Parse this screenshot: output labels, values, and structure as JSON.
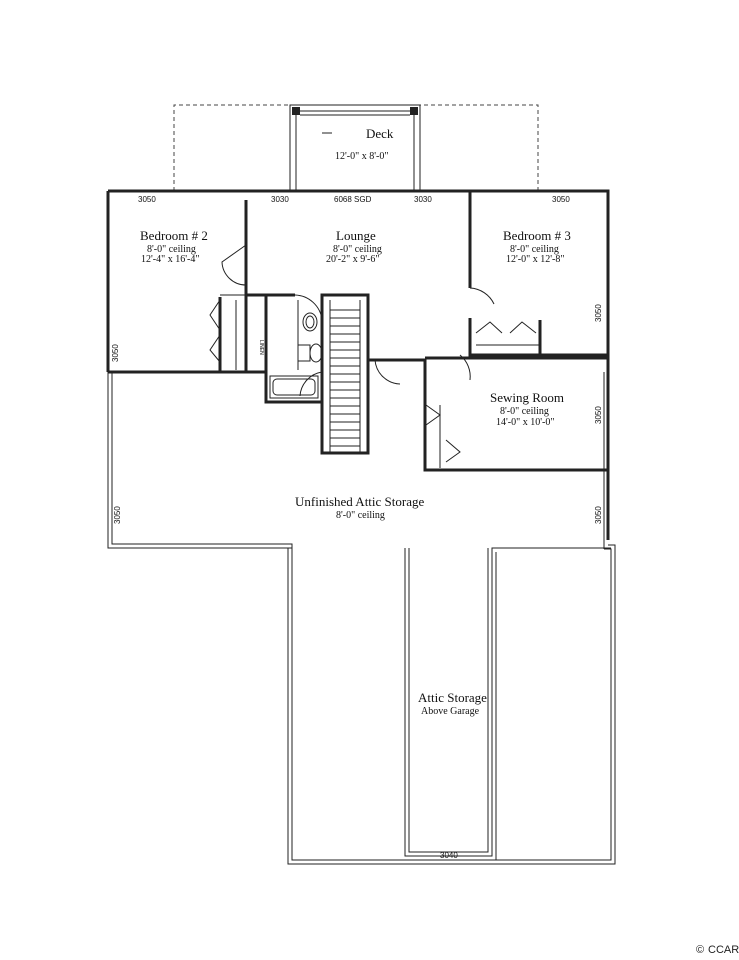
{
  "rooms": {
    "deck": {
      "name": "Deck",
      "size": "12'-0\" x 8'-0\""
    },
    "bedroom2": {
      "name": "Bedroom # 2",
      "ceiling": "8'-0\" ceiling",
      "size": "12'-4\" x 16'-4\""
    },
    "lounge": {
      "name": "Lounge",
      "ceiling": "8'-0\" ceiling",
      "size": "20'-2\" x 9'-6\""
    },
    "bedroom3": {
      "name": "Bedroom # 3",
      "ceiling": "8'-0\" ceiling",
      "size": "12'-0\" x 12'-8\""
    },
    "sewing": {
      "name": "Sewing Room",
      "ceiling": "8'-0\" ceiling",
      "size": "14'-0\" x 10'-0\""
    },
    "attic": {
      "name": "Unfinished Attic Storage",
      "ceiling": "8'-0\" ceiling"
    },
    "garage_attic": {
      "name": "Attic Storage",
      "sub": "Above Garage"
    }
  },
  "labels": {
    "linen": "LINEN",
    "win_3050": "3050",
    "win_3030": "3030",
    "sgd": "6068 SGD",
    "win_3040": "3040"
  },
  "watermark": {
    "text": "CCAR",
    "symbol": "©"
  }
}
